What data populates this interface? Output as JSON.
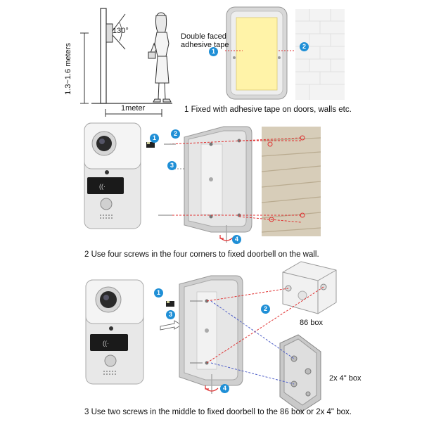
{
  "section1": {
    "angle_label": "130°",
    "height_label": "1.3~1.6 meters",
    "distance_label": "1meter",
    "tape_label_line1": "Double faced",
    "tape_label_line2": "adhesive tape",
    "caption": "1 Fixed with adhesive tape on doors, walls etc.",
    "badges": [
      "1",
      "2"
    ]
  },
  "section2": {
    "caption": "2  Use four screws in the four corners to fixed doorbell on the wall.",
    "badges": [
      "1",
      "2",
      "3",
      "4"
    ]
  },
  "section3": {
    "caption": "3 Use two screws in the middle to fixed doorbell to the 86 box or 2x 4\" box.",
    "box1_label": "86 box",
    "box2_label": "2x 4\" box",
    "badges": [
      "1",
      "2",
      "3",
      "4"
    ]
  },
  "colors": {
    "badge": "#1f8fd6",
    "arrow_red": "#e03030",
    "arrow_blue": "#5060c8",
    "tape": "#fff3a8",
    "wall_brick": "#d7cdb9"
  }
}
